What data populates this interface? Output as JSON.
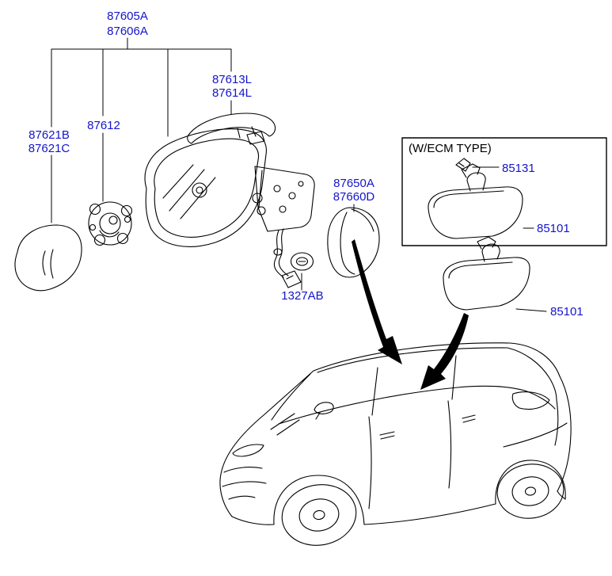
{
  "diagram": {
    "colors": {
      "label": "#1414cc",
      "line": "#000000",
      "background": "#ffffff"
    },
    "callouts": {
      "mirror_assy_1": "87605A",
      "mirror_assy_2": "87606A",
      "scalp_1": "87613L",
      "scalp_2": "87614L",
      "glass_1": "87621B",
      "glass_2": "87621C",
      "actuator": "87612",
      "cover_1": "87650A",
      "cover_2": "87660D",
      "grommet": "1327AB",
      "ecm_note": "(W/ECM TYPE)",
      "ecm_lamp": "85131",
      "ecm_mirror": "85101",
      "inside_mirror": "85101"
    }
  }
}
